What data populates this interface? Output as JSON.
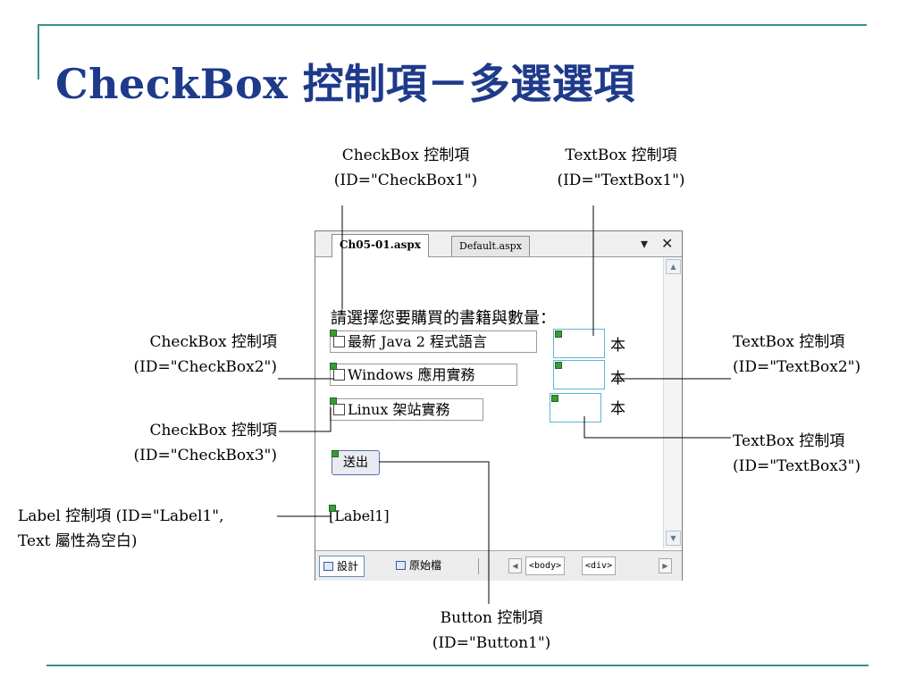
{
  "slide": {
    "title": "CheckBox 控制項－多選選項"
  },
  "window": {
    "tabs": [
      {
        "label": "Ch05-01.aspx",
        "active": true
      },
      {
        "label": "Default.aspx",
        "active": false
      }
    ],
    "pin_icon": "▾",
    "close_icon": "✕"
  },
  "form": {
    "prompt": "請選擇您要購買的書籍與數量：",
    "checkboxes": [
      {
        "label": "最新 Java 2 程式語言"
      },
      {
        "label": "Windows 應用實務"
      },
      {
        "label": "Linux 架站實務"
      }
    ],
    "unit": "本",
    "button_label": "送出",
    "label_text": "[Label1]"
  },
  "bottom": {
    "design_tab": "設計",
    "source_tab": "原始檔",
    "breadcrumbs": [
      "<body>",
      "<div>"
    ]
  },
  "annotations": {
    "checkbox1": {
      "line1": "CheckBox  控制項",
      "line2": "(ID=\"CheckBox1\")"
    },
    "textbox1": {
      "line1": "TextBox 控制項",
      "line2": "(ID=\"TextBox1\")"
    },
    "checkbox2": {
      "line1": "CheckBox  控制項",
      "line2": "(ID=\"CheckBox2\")"
    },
    "textbox2": {
      "line1": "TextBox  控制項",
      "line2": "(ID=\"TextBox2\")"
    },
    "checkbox3": {
      "line1": "CheckBox  控制項",
      "line2": "(ID=\"CheckBox3\")"
    },
    "textbox3": {
      "line1": "TextBox  控制項",
      "line2": "(ID=\"TextBox3\")"
    },
    "label1": {
      "line1": "Label 控制項 (ID=\"Label1\",",
      "line2": "Text 屬性為空白)"
    },
    "button1": {
      "line1": "Button  控制項",
      "line2": "(ID=\"Button1\")"
    }
  }
}
